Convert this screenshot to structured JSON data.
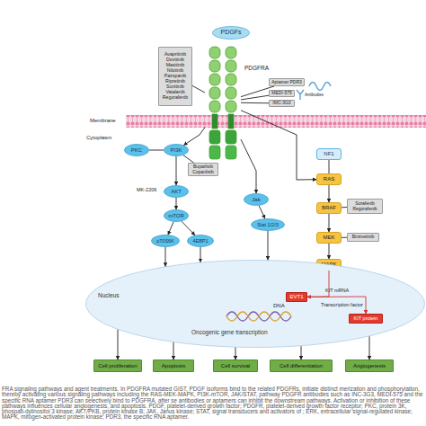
{
  "diagram": {
    "caption": "FRA signaling pathways and agent treatments. In PDGFRA mutated GIST, PDGF isoforms bind to the related PDGFRs, initiate distinct merization and phosphorylation, thereby activating various signaling pathways including the RAS-MEK-MAPK, PI3K-mTOR, JAK/STAT, pathway PDGFR antibodies such as INC-3G3, MEDI-575 and the specific RNA aptamer PDR3 can selectively bind to PDGFRA, after se antibodies or aptamers can inhibit the downstream pathways. Activation or inhibition of these pathways influences cellular angiogenesis, and apoptosis. PDGF, platelet-derived growth factor; PDGFR, platelet-derived growth factor receptor; PKC, protein 3K, phospati-dylinositol 3 kinase; AKT/PKB, protein kinase B; JAK, Janus kinase; STAT, signal transducers and activators of ; ERK, extracellular signal-regulated kinase; MAPK, mitogen-activated protein kinase; PDR3, the specific RNA aptamer.",
    "nodes": [
      {
        "text": [
          "PDGFs"
        ]
      },
      {
        "text": [
          "PDGFRA"
        ]
      },
      {
        "text": [
          "Avapritinib Dovitinib Masitinib Nilotinib Pazopanib Ripretinib Sunitinib Vatalanib Regorafenib"
        ]
      },
      {
        "text": [
          "Aptamer PDR3"
        ]
      },
      {
        "text": [
          "MEDI-575"
        ]
      },
      {
        "text": [
          "IMC-3G3"
        ]
      },
      {
        "text": [
          "PKC"
        ]
      },
      {
        "text": [
          "PI3K"
        ]
      },
      {
        "text": [
          "Buparlisib Copanlisib"
        ]
      },
      {
        "text": [
          "AKT"
        ]
      },
      {
        "text": [
          "mTOR"
        ]
      },
      {
        "text": [
          "p70S6K"
        ]
      },
      {
        "text": [
          "4EBP1"
        ]
      },
      {
        "text": [
          "Jak"
        ]
      },
      {
        "text": [
          "Stat 1/2/3"
        ]
      },
      {
        "text": [
          "NF1"
        ]
      },
      {
        "text": [
          "RAS"
        ]
      },
      {
        "text": [
          "BRAF"
        ]
      },
      {
        "text": [
          "Sorafenib Regorafenib"
        ]
      },
      {
        "text": [
          "MEK"
        ]
      },
      {
        "text": [
          "Binimetinib"
        ]
      },
      {
        "text": [
          "MAPK"
        ]
      },
      {
        "text": [
          "Nucleus",
          "Oncogenic gene transcription"
        ]
      },
      {
        "text": [
          "EVT1"
        ],
        "in": 22
      },
      {
        "text": [
          "KIT protein"
        ],
        "in": 22
      },
      {
        "text": [
          "Cell proliferation"
        ]
      },
      {
        "text": [
          "Apoptosis"
        ]
      },
      {
        "text": [
          "Cell survival"
        ]
      },
      {
        "text": [
          "Cell differentiation"
        ]
      },
      {
        "text": [
          "Angiogenesis"
        ]
      }
    ],
    "edges": [
      {
        "from": 6,
        "to": 7,
        "arrow": "none"
      },
      {
        "from": 1,
        "to": 7,
        "arrow": "to"
      },
      {
        "from": 7,
        "to": 9,
        "arrow": "to"
      },
      {
        "from": 9,
        "to": 10,
        "arrow": "to"
      },
      {
        "from": 10,
        "to": 11,
        "arrow": "to"
      },
      {
        "from": 10,
        "to": 12,
        "arrow": "to"
      },
      {
        "from": 1,
        "to": 13,
        "arrow": "to"
      },
      {
        "from": 13,
        "to": 14,
        "arrow": "to"
      },
      {
        "from": 1,
        "to": 16,
        "arrow": "to"
      },
      {
        "from": 15,
        "to": 16,
        "arrow": "none"
      },
      {
        "from": 16,
        "to": 17,
        "arrow": "to"
      },
      {
        "from": 17,
        "to": 19,
        "arrow": "to"
      },
      {
        "from": 19,
        "to": 21,
        "arrow": "to"
      },
      {
        "from": 21,
        "to": 23,
        "arrow": "to"
      },
      {
        "from": 23,
        "to": 24,
        "label": "KIT mRNA",
        "arrow": "to"
      },
      {
        "from": 11,
        "to": 22,
        "arrow": "to"
      },
      {
        "from": 12,
        "to": 22,
        "arrow": "to"
      },
      {
        "from": 14,
        "to": 22,
        "arrow": "to"
      },
      {
        "from": 22,
        "to": 25,
        "arrow": "to"
      },
      {
        "from": 22,
        "to": 26,
        "arrow": "to"
      },
      {
        "from": 22,
        "to": 27,
        "arrow": "to"
      },
      {
        "from": 22,
        "to": 28,
        "arrow": "to"
      },
      {
        "from": 22,
        "to": 29,
        "arrow": "to"
      },
      {
        "from": 2,
        "to": 1,
        "arrow": "none"
      },
      {
        "from": 3,
        "to": 1,
        "arrow": "none"
      },
      {
        "from": 4,
        "to": 1,
        "arrow": "none"
      },
      {
        "from": 5,
        "to": 1,
        "arrow": "none"
      },
      {
        "from": 8,
        "to": 7,
        "arrow": "none"
      },
      {
        "from": 18,
        "to": 17,
        "arrow": "none"
      },
      {
        "from": 20,
        "to": 19,
        "arrow": "none"
      }
    ],
    "labels": [
      "Membrane",
      "Cytoplasm",
      "MK-2206",
      "Antibodies",
      "DNA",
      "Transcription factor"
    ]
  }
}
